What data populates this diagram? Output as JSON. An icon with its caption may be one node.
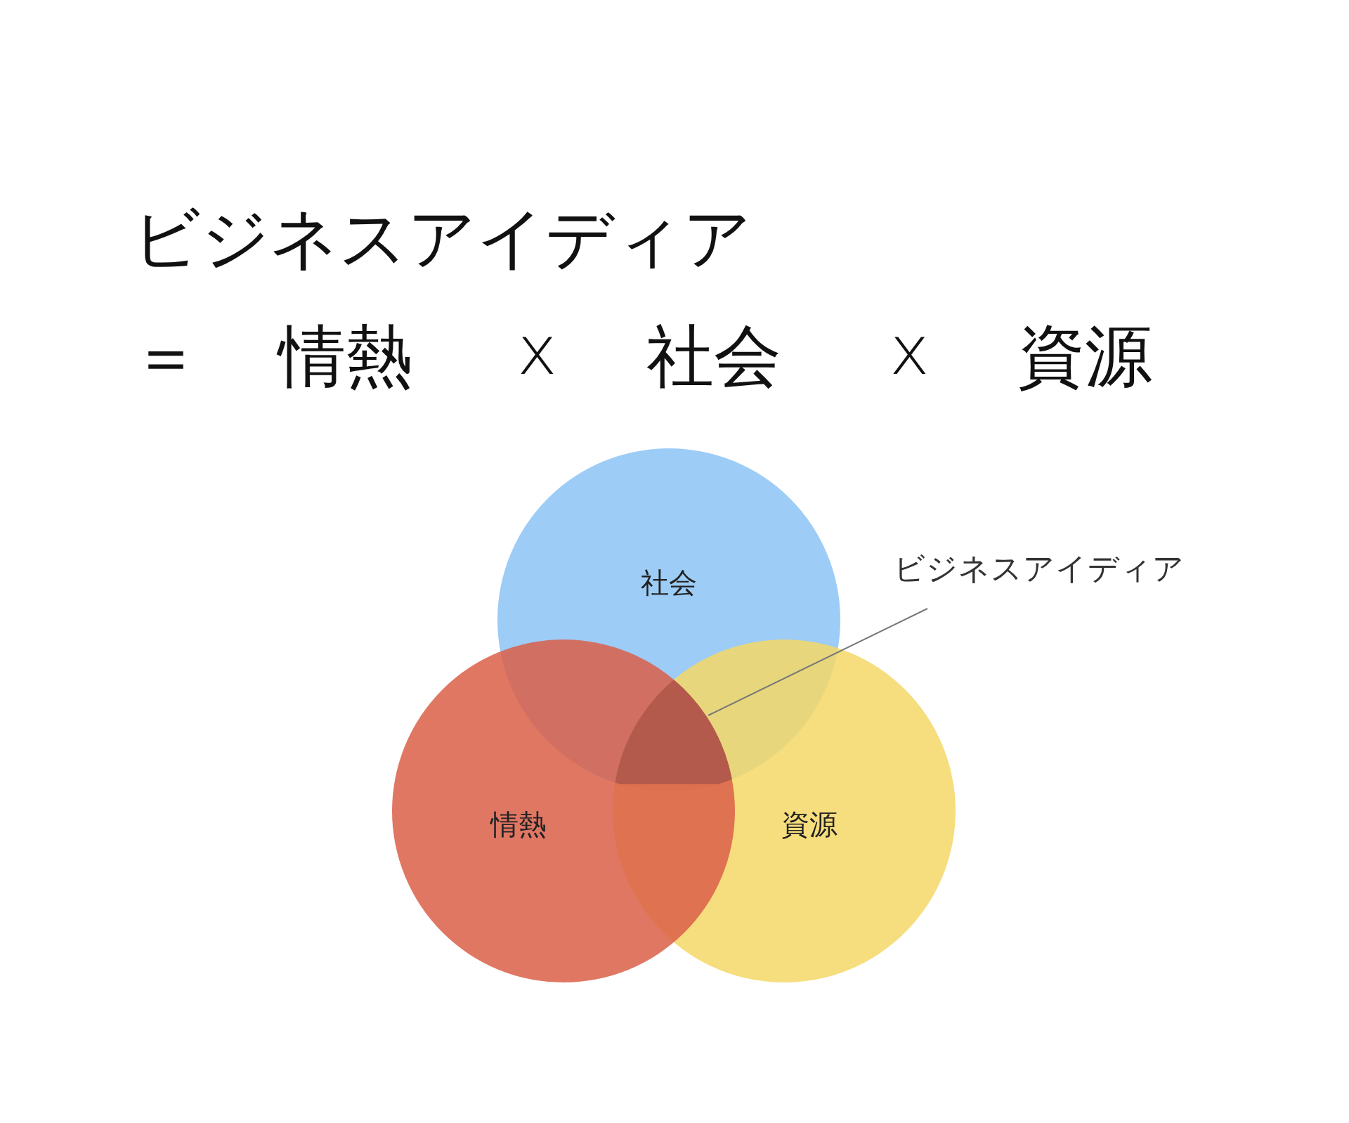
{
  "diagram": {
    "title": "ビジネスアイディア",
    "nodes": [
      {
        "text": [
          "社会"
        ]
      },
      {
        "text": [
          "資源"
        ]
      },
      {
        "text": [
          "情熱"
        ]
      },
      {
        "text": [
          "ビジネスアイディア"
        ]
      },
      {
        "text": [],
        "shape": "region"
      }
    ],
    "edges": [
      {
        "from": 3,
        "to": 4,
        "arrow": "none"
      }
    ],
    "labels": [
      "＝",
      "情熱",
      "x",
      "社会",
      "x",
      "資源"
    ]
  }
}
